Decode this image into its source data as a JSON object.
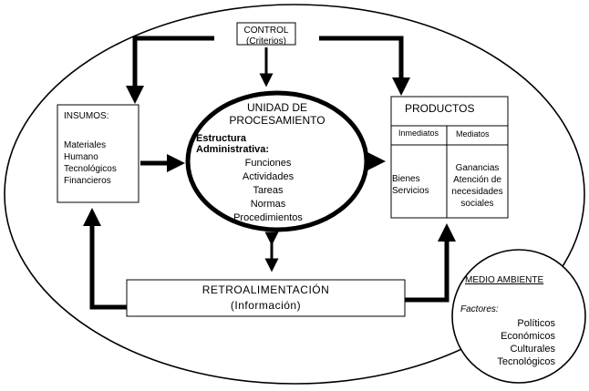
{
  "control": {
    "title": "CONTROL",
    "subtitle": "(Criterios)"
  },
  "insumos": {
    "title": "INSUMOS:",
    "items": [
      "Materiales",
      "Humano",
      "Tecnológicos",
      "Financieros"
    ]
  },
  "unidad": {
    "title_line1": "UNIDAD DE",
    "title_line2": "PROCESAMIENTO",
    "estructura_line1": "Estructura",
    "estructura_line2": "Administrativa:",
    "items": [
      "Funciones",
      "Actividades",
      "Tareas",
      "Normas",
      "Procedimientos"
    ]
  },
  "productos": {
    "title": "PRODUCTOS",
    "col_inmediatos": "Inmediatos",
    "col_mediatos": "Mediatos",
    "inmediatos_items": [
      "Bienes",
      "Servicios"
    ],
    "mediatos_items": [
      "Ganancias",
      "Atención de",
      "necesidades",
      "sociales"
    ]
  },
  "retro": {
    "title": "RETROALIMENTACIÓN",
    "subtitle": "(Información)"
  },
  "medio": {
    "title": "MEDIO AMBIENTE",
    "factores": "Factores:",
    "items": [
      "Políticos",
      "Económicos",
      "Culturales",
      "Tecnológicos"
    ]
  }
}
